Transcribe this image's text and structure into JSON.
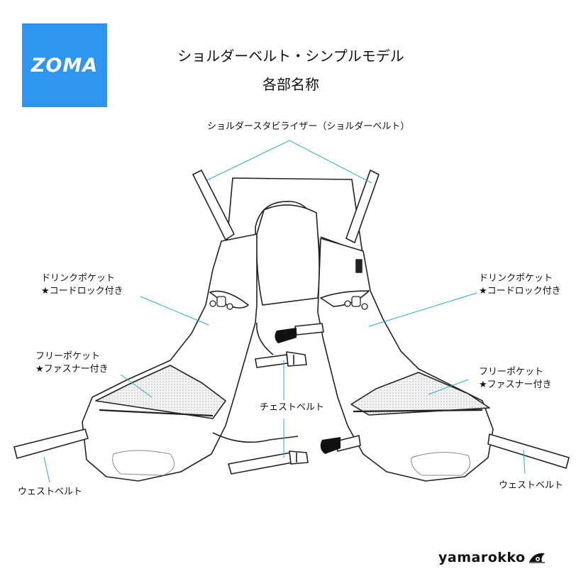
{
  "logo": {
    "text": "ZOMA",
    "color": "#2f96f0"
  },
  "title": {
    "line1": "ショルダーベルト・シンプルモデル",
    "line2": "各部名称"
  },
  "labels": {
    "stabilizer": "ショルダースタビライザー（ショルダーベルト）",
    "drink_left": {
      "name": "ドリンクポケット",
      "note": "★コードロック付き"
    },
    "drink_right": {
      "name": "ドリンクポケット",
      "note": "★コードロック付き"
    },
    "free_left": {
      "name": "フリーポケット",
      "note": "★ファスナー付き"
    },
    "free_right": {
      "name": "フリーポケット",
      "note": "★ファスナー付き"
    },
    "chest": "チェストベルト",
    "waist_left": "ウェストベルト",
    "waist_right": "ウェストベルト"
  },
  "brand": {
    "text": "yamarokko",
    "icon": "wave-eye-icon"
  },
  "colors": {
    "leader": "#29a8e0",
    "outline": "#222222",
    "mesh": "#e9e9e9"
  }
}
